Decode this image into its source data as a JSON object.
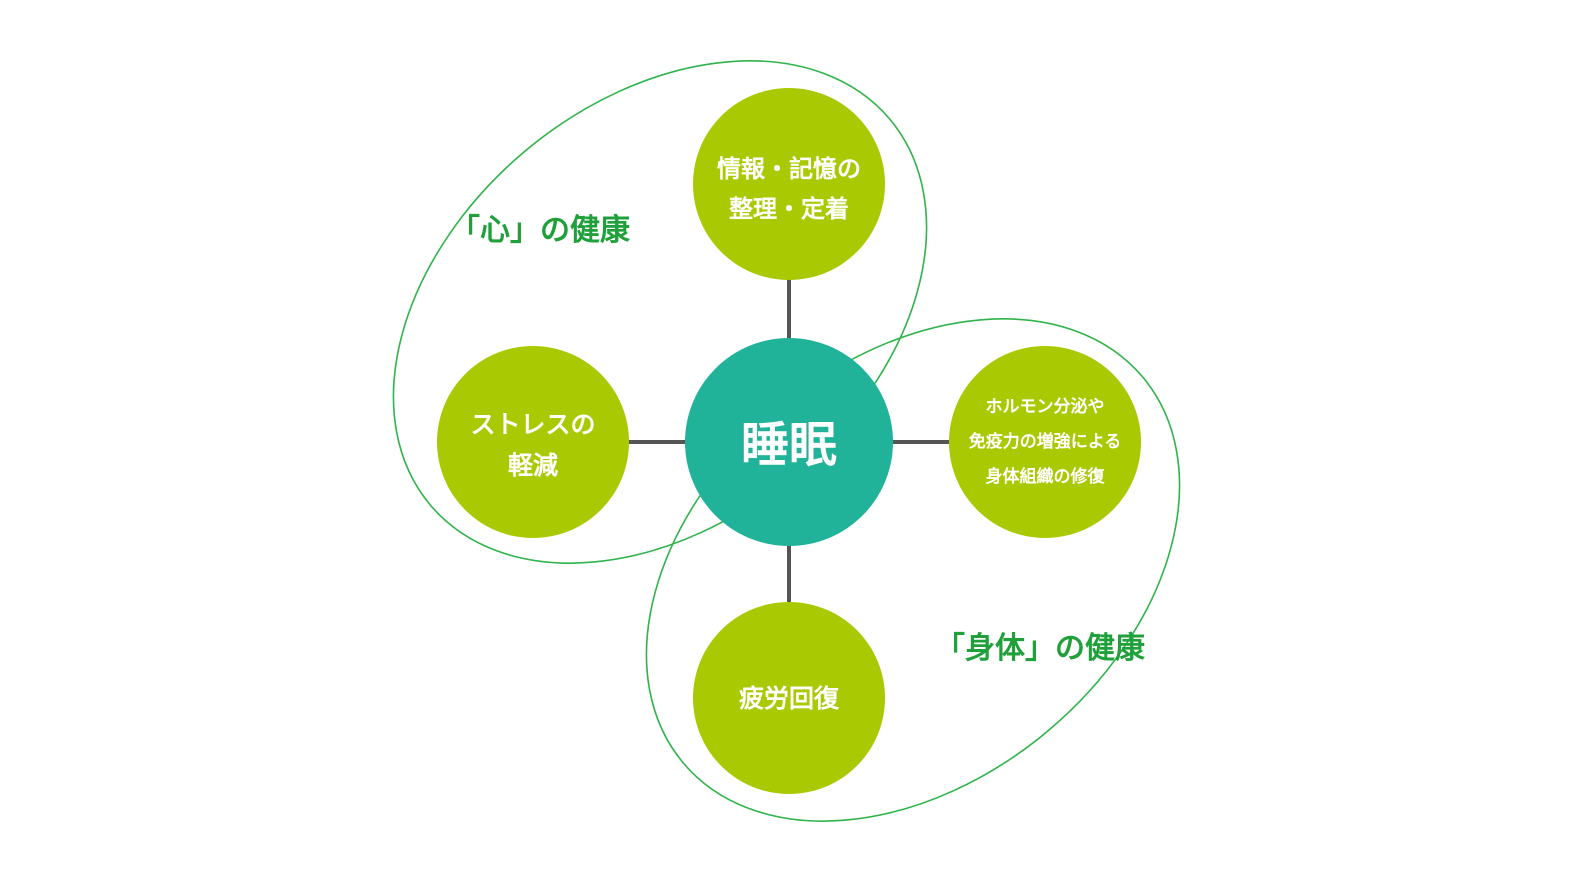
{
  "colors": {
    "center_fill": "#20b39a",
    "node_fill": "#a9c902",
    "connector": "#555555",
    "group_outline": "#2fb34a",
    "group_label": "#1fa03a",
    "node_text": "#ffffff"
  },
  "center": {
    "label": "睡眠"
  },
  "nodes": {
    "top": {
      "lines": [
        "情報・記憶の",
        "整理・定着"
      ]
    },
    "left": {
      "lines": [
        "ストレスの",
        "軽減"
      ]
    },
    "right": {
      "lines": [
        "ホルモン分泌や",
        "免疫力の増強による",
        "身体組織の修復"
      ]
    },
    "bottom": {
      "lines": [
        "疲労回復"
      ]
    }
  },
  "groups": {
    "mind": {
      "label": "「心」の健康"
    },
    "body": {
      "label": "「身体」の健康"
    }
  }
}
